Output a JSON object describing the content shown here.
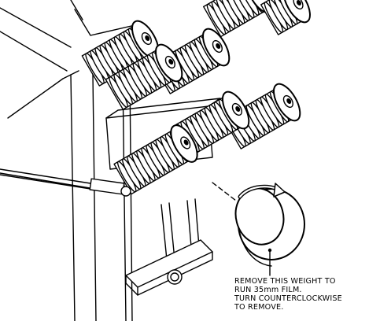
{
  "caption": {
    "lines": [
      "REMOVE THIS WEIGHT TO",
      "RUN 35mm FILM.",
      "TURN COUNTERCLOCKWISE",
      "TO REMOVE."
    ]
  },
  "colors": {
    "ink": "#000000",
    "paper": "#ffffff"
  },
  "icons": [
    "counterclockwise-arrow-icon"
  ]
}
